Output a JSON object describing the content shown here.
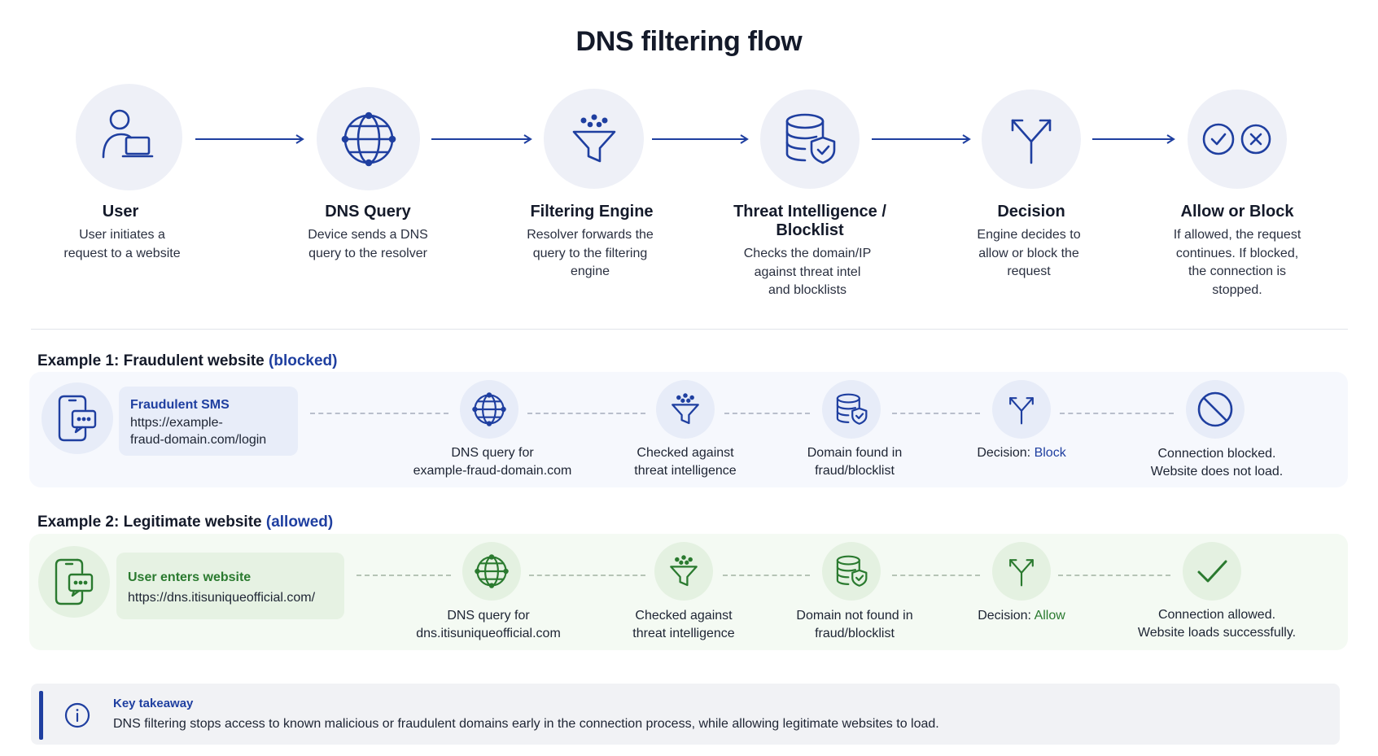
{
  "title": "DNS filtering flow",
  "steps": [
    {
      "icon": "user-laptop-icon",
      "name": "User",
      "desc": [
        "User initiates a",
        "request to a website"
      ]
    },
    {
      "icon": "globe-network-icon",
      "name": "DNS Query",
      "desc": [
        "Device sends a DNS",
        "query to the resolver"
      ]
    },
    {
      "icon": "filter-funnel-icon",
      "name": "Filtering Engine",
      "desc": [
        "Resolver forwards the",
        "query to the filtering",
        "engine"
      ]
    },
    {
      "icon": "database-shield-icon",
      "name": [
        "Threat Intelligence /",
        "Blocklist"
      ],
      "desc": [
        "Checks the domain/IP",
        "against threat intel",
        "and blocklists"
      ]
    },
    {
      "icon": "split-arrow-icon",
      "name": "Decision",
      "desc": [
        "Engine decides to",
        "allow or block the",
        "request"
      ]
    },
    {
      "icon": "check-x-icon",
      "name": "Allow or Block",
      "desc": [
        "If allowed, the request",
        "continues. If blocked,",
        "the connection is",
        "stopped."
      ]
    }
  ],
  "example1": {
    "title_prefix": "Example 1: Fraudulent website",
    "title_status": "(blocked)",
    "sms_title": "Fraudulent SMS",
    "sms_lines": [
      "https://example-",
      "fraud-domain.com/login"
    ],
    "captions": [
      [
        "DNS query for",
        "example-fraud-domain.com"
      ],
      [
        "Checked against",
        "threat intelligence"
      ],
      [
        "Domain found in",
        "fraud/blocklist"
      ],
      [
        "Decision: ",
        "Block"
      ],
      [
        "Connection blocked.",
        "Website does not load."
      ]
    ]
  },
  "example2": {
    "title_prefix": "Example 2: Legitimate website",
    "title_status": "(allowed)",
    "sms_title": "User enters website",
    "sms_lines": [
      "https://dns.itisuniqueofficial.com/"
    ],
    "captions": [
      [
        "DNS query for",
        "dns.itisuniqueofficial.com"
      ],
      [
        "Checked against",
        "threat intelligence"
      ],
      [
        "Domain not found in",
        "fraud/blocklist"
      ],
      [
        "Decision: ",
        "Allow"
      ],
      [
        "Connection allowed.",
        "Website loads successfully."
      ]
    ]
  },
  "takeaway": {
    "icon": "info-icon",
    "title": "Key takeaway",
    "text": "DNS filtering stops access to known malicious or fraudulent domains early in the connection process, while allowing legitimate websites to load."
  },
  "colors": {
    "blue": "#1f3fa0",
    "green": "#2a7a2f",
    "circle_bg": "#eef0f7"
  }
}
